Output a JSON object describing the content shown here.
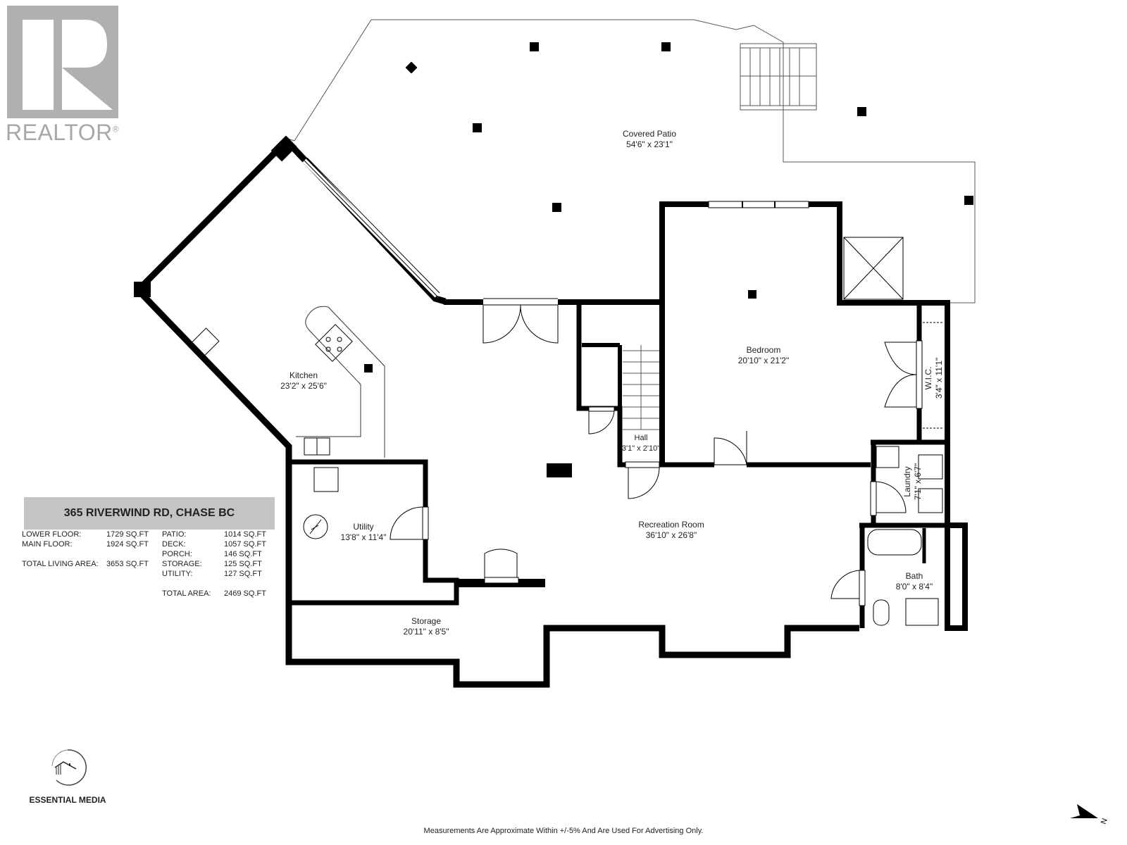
{
  "logo": {
    "name": "REALTOR",
    "mark": "®"
  },
  "address": "365 RIVERWIND RD, CHASE BC",
  "areas_left": [
    {
      "label": "LOWER FLOOR:",
      "value": "1729  SQ.FT"
    },
    {
      "label": "MAIN FLOOR:",
      "value": "1924  SQ.FT"
    },
    {
      "label": "TOTAL LIVING AREA:",
      "value": "3653  SQ.FT"
    }
  ],
  "areas_right": [
    {
      "label": "PATIO:",
      "value": "1014  SQ.FT"
    },
    {
      "label": "DECK:",
      "value": "1057  SQ.FT"
    },
    {
      "label": "PORCH:",
      "value": "146  SQ.FT"
    },
    {
      "label": "STORAGE:",
      "value": "125  SQ.FT"
    },
    {
      "label": "UTILITY:",
      "value": "127 SQ.FT"
    },
    {
      "label": "TOTAL AREA:",
      "value": "2469  SQ.FT"
    }
  ],
  "rooms": {
    "covered_patio": {
      "name": "Covered Patio",
      "dims": "54'6\" x 23'1\""
    },
    "kitchen": {
      "name": "Kitchen",
      "dims": "23'2\" x 25'6\""
    },
    "bedroom": {
      "name": "Bedroom",
      "dims": "20'10\" x 21'2\""
    },
    "wic": {
      "name": "W.I.C.",
      "dims": "3'4\" x 11'1\""
    },
    "hall": {
      "name": "Hall",
      "dims": "3'1\" x 2'10\""
    },
    "laundry": {
      "name": "Laundry",
      "dims": "7'1\" x 6'7\""
    },
    "utility": {
      "name": "Utility",
      "dims": "13'8\" x 11'4\""
    },
    "recreation_room": {
      "name": "Recreation Room",
      "dims": "36'10\" x 26'8\""
    },
    "bath": {
      "name": "Bath",
      "dims": "8'0\" x 8'4\""
    },
    "storage": {
      "name": "Storage",
      "dims": "20'11\" x 8'5\""
    }
  },
  "brand": "ESSENTIAL MEDIA",
  "disclaimer": "Measurements Are Approximate Within +/-5% And Are Used For Advertising Only.",
  "compass": {
    "label": "N"
  },
  "colors": {
    "wall": "#000000",
    "logo_gray": "#b0b0b0",
    "address_bar": "#c4c4c4"
  }
}
